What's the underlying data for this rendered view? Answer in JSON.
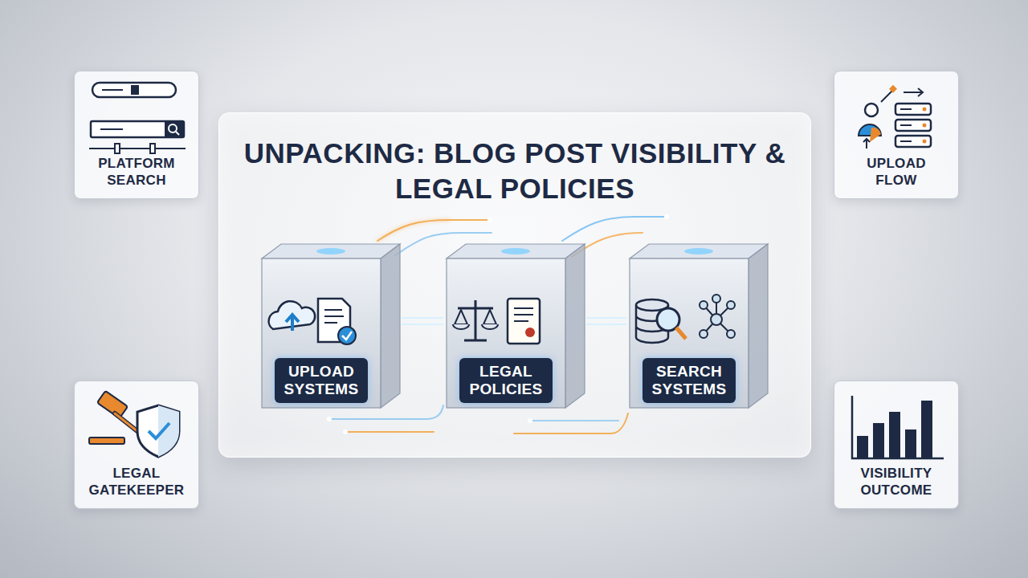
{
  "diagram": {
    "title": "UNPACKING: BLOG POST VISIBILITY & LEGAL POLICIES",
    "nodes": [
      {
        "text": [
          "PLATFORM SEARCH"
        ]
      },
      {
        "text": [
          "UPLOAD FLOW"
        ]
      },
      {
        "text": [
          "UPLOAD SYSTEMS"
        ]
      },
      {
        "text": [
          "LEGAL POLICIES"
        ]
      },
      {
        "text": [
          "SEARCH SYSTEMS"
        ]
      },
      {
        "text": [
          "LEGAL GATEKEEPER"
        ]
      },
      {
        "text": [
          "VISIBILITY OUTCOME"
        ]
      }
    ],
    "edges": [
      {
        "from": 2,
        "to": 3,
        "arrow": "none"
      },
      {
        "from": 3,
        "to": 4,
        "arrow": "none"
      }
    ]
  }
}
